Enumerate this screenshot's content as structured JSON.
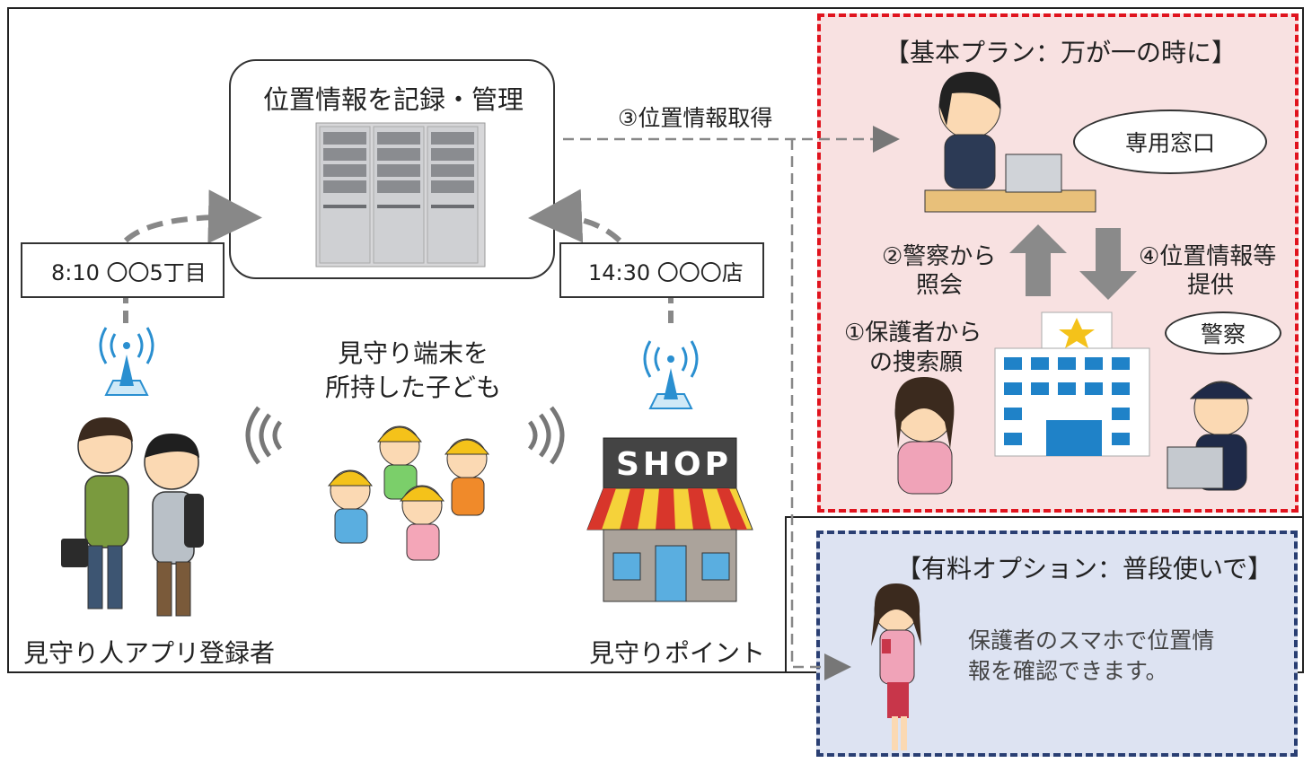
{
  "server": {
    "title": "位置情報を記録・管理"
  },
  "arrows": {
    "get_location": "③位置情報取得"
  },
  "tags": {
    "left": "8:10 〇〇5丁目",
    "right": "14:30 〇〇〇店"
  },
  "center": {
    "line1": "見守り端末を",
    "line2": "所持した子ども"
  },
  "labels": {
    "watchers": "見守り人アプリ登録者",
    "point": "見守りポイント"
  },
  "basic_plan": {
    "title": "【基本プラン：万が一の時に】",
    "desk": "専用窓口",
    "police_inquiry": {
      "line1": "②警察から",
      "line2": "照会"
    },
    "info_provide": {
      "line1": "④位置情報等",
      "line2": "提供"
    },
    "search_request": {
      "line1": "①保護者から",
      "line2": "の捜索願"
    },
    "police": "警察"
  },
  "option_plan": {
    "title": "【有料オプション：普段使いで】",
    "desc_line1": "保護者のスマホで位置情",
    "desc_line2": "報を確認できます。"
  },
  "shop": {
    "sign": "SHOP"
  },
  "colors": {
    "basic_border": "#e0141e",
    "basic_bg": "#f8e1e1",
    "option_border": "#2a3f73",
    "option_bg": "#dde3f2",
    "beacon": "#2a8fd0"
  }
}
